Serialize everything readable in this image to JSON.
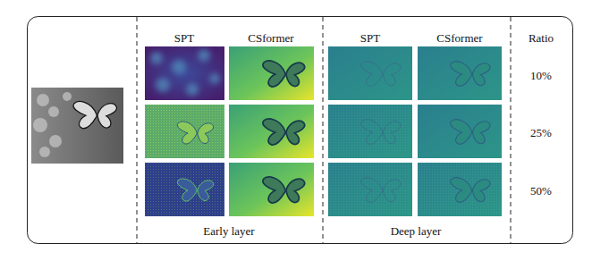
{
  "diagram": {
    "labels": [
      "SPT",
      "CSformer",
      "SPT",
      "CSformer",
      "Ratio",
      "10%",
      "25%",
      "50%",
      "Early layer",
      "Deep layer"
    ]
  }
}
